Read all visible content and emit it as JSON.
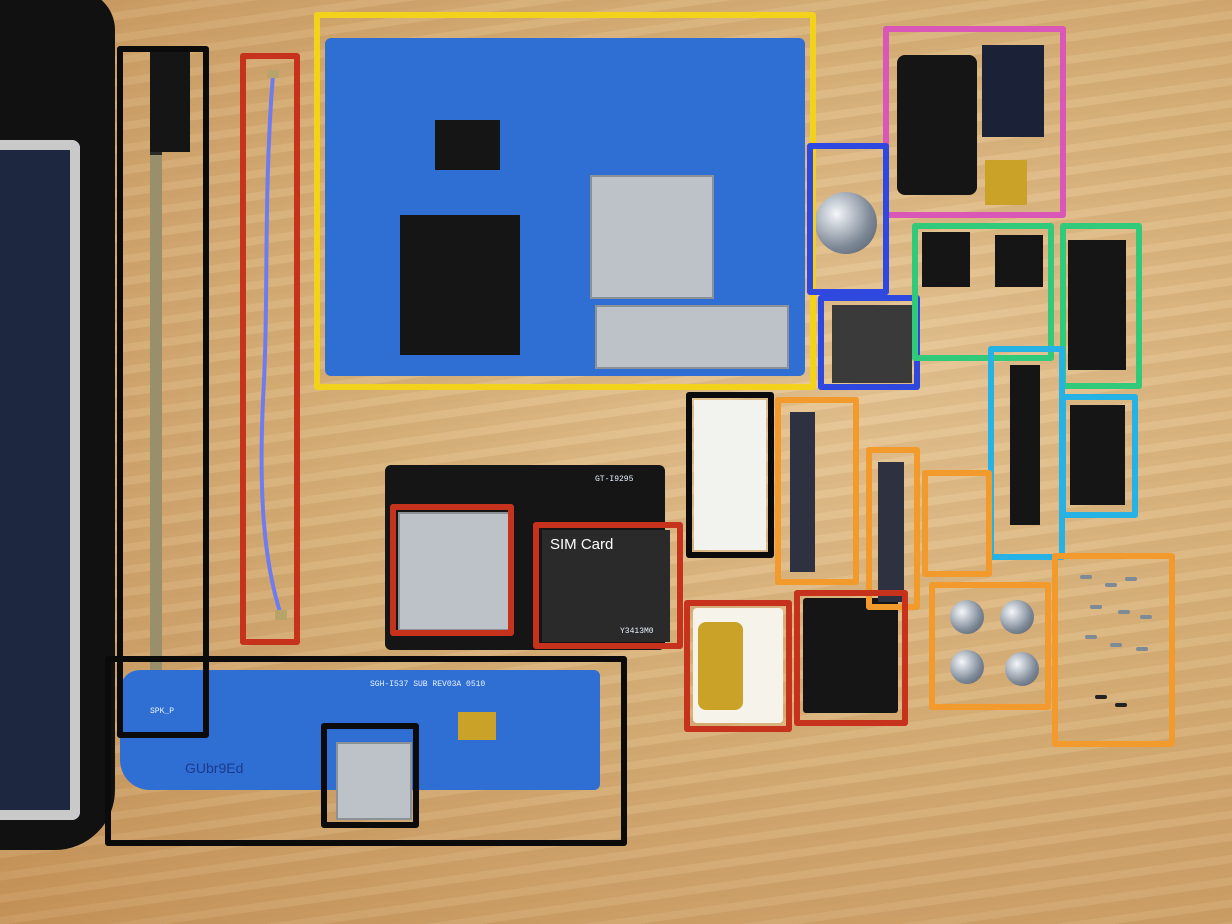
{
  "photo": {
    "subject": "Disassembled smartphone components on a wooden table, grouped by colored outline boxes",
    "printed_text": {
      "sim_card_label": "SIM Card",
      "spk_label": "SPK_P",
      "sub_board_model": "SGH-I537 SUB REV03A 0510",
      "sub_board_marking": "GUbr9Ed",
      "main_sim_board_id": "GT-I9295",
      "sim_code": "Y3413M0"
    },
    "outline_colors": {
      "black": "#0b0b0b",
      "red": "#c7321c",
      "yellow": "#f2d21b",
      "magenta": "#d957b6",
      "blue": "#2f48e0",
      "green": "#31c97a",
      "cyan": "#27b2e6",
      "orange": "#f39a2c"
    }
  }
}
